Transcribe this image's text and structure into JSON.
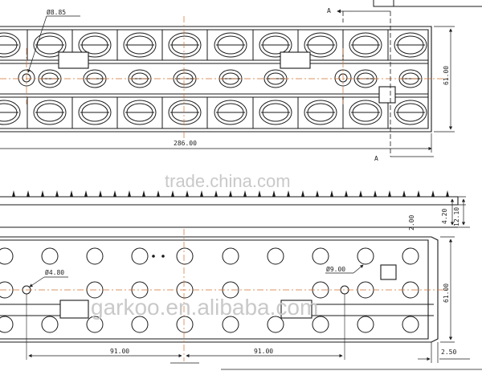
{
  "top_view": {
    "hole_diameter": "Ø8.85",
    "length": "286.00",
    "height": "61.00",
    "section_mark_top": "A",
    "section_mark_bottom": "A"
  },
  "side_view": {
    "dim_total": "12.10",
    "dim_inner": "4.20"
  },
  "bottom_view": {
    "wall_thickness": "2.00",
    "small_hole_diameter": "Ø4.80",
    "large_hole_diameter": "Ø9.00",
    "height": "61.00",
    "pitch_left": "91.00",
    "pitch_right": "91.00",
    "edge_offset": "2.50"
  },
  "watermarks": {
    "center": "trade.china.com",
    "bottom": "garkoo.en.alibaba.com"
  },
  "colors": {
    "line": "#1a1a1a",
    "centerline": "#d07030",
    "watermark": "#c9c9c9"
  }
}
